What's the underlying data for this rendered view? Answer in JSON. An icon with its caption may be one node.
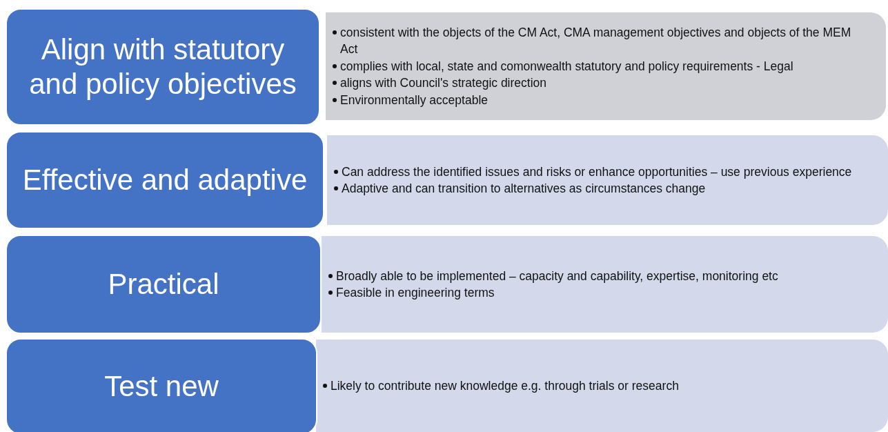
{
  "diagram": {
    "nodes": [
      {
        "text": [
          "Align with statutory and policy objectives"
        ]
      },
      {
        "text": [
          "consistent with the objects of the CM Act, CMA management objectives and objects of the MEM Act",
          "complies with local, state and comonwealth statutory and policy requirements - Legal",
          "aligns with Council's strategic direction",
          "Environmentally acceptable"
        ]
      },
      {
        "text": [
          "Effective and adaptive"
        ]
      },
      {
        "text": [
          "Can address the identified issues and risks or enhance opportunities – use previous experience",
          "Adaptive and can transition to alternatives as circumstances change"
        ]
      },
      {
        "text": [
          "Practical"
        ]
      },
      {
        "text": [
          "Broadly able to be implemented – capacity and capability, expertise, monitoring etc",
          "Feasible in engineering terms"
        ]
      },
      {
        "text": [
          "Test new"
        ]
      },
      {
        "text": [
          "Likely to contribute new knowledge e.g. through trials or research"
        ]
      }
    ]
  }
}
